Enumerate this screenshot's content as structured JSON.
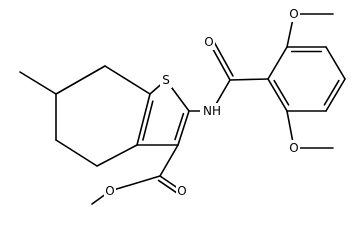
{
  "diagram": {
    "type": "skeletal-structure",
    "background_color": "#ffffff",
    "ink_color": "#000000",
    "atom_labels": {
      "sulfur": "S",
      "amide_nitrogen": "NH",
      "amide_oxygen": "O",
      "ester_carbonyl_oxygen": "O",
      "ester_single_oxygen": "O",
      "top_methoxy_oxygen": "O",
      "bottom_methoxy_oxygen": "O"
    }
  }
}
